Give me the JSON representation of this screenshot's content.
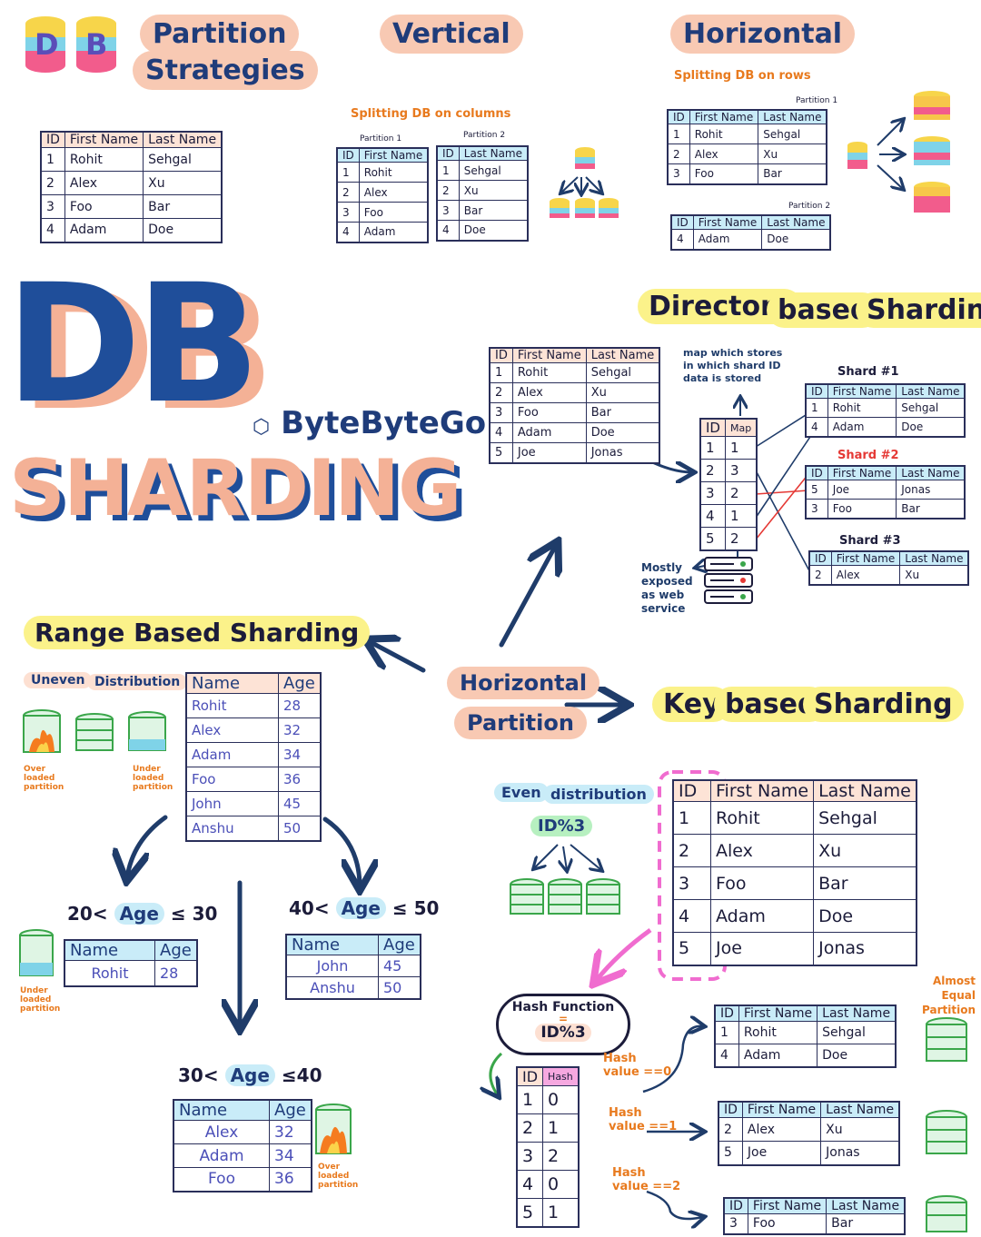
{
  "header": {
    "logo_letters": [
      "D",
      "B"
    ],
    "title_line1": "Partition",
    "title_line2": "Strategies",
    "vertical": "Vertical",
    "horizontal": "Horizontal",
    "vertical_caption": "Splitting DB on columns",
    "horizontal_caption": "Splitting DB on rows"
  },
  "base_table": {
    "headers": [
      "ID",
      "First Name",
      "Last Name"
    ],
    "rows": [
      [
        "1",
        "Rohit",
        "Sehgal"
      ],
      [
        "2",
        "Alex",
        "Xu"
      ],
      [
        "3",
        "Foo",
        "Bar"
      ],
      [
        "4",
        "Adam",
        "Doe"
      ]
    ]
  },
  "vertical": {
    "p1_label": "Partition 1",
    "p2_label": "Partition 2",
    "p1": {
      "headers": [
        "ID",
        "First Name"
      ],
      "rows": [
        [
          "1",
          "Rohit"
        ],
        [
          "2",
          "Alex"
        ],
        [
          "3",
          "Foo"
        ],
        [
          "4",
          "Adam"
        ]
      ]
    },
    "p2": {
      "headers": [
        "ID",
        "Last Name"
      ],
      "rows": [
        [
          "1",
          "Sehgal"
        ],
        [
          "2",
          "Xu"
        ],
        [
          "3",
          "Bar"
        ],
        [
          "4",
          "Doe"
        ]
      ]
    }
  },
  "horizontal": {
    "p1_label": "Partition 1",
    "p2_label": "Partition 2",
    "p1": {
      "headers": [
        "ID",
        "First Name",
        "Last Name"
      ],
      "rows": [
        [
          "1",
          "Rohit",
          "Sehgal"
        ],
        [
          "2",
          "Alex",
          "Xu"
        ],
        [
          "3",
          "Foo",
          "Bar"
        ]
      ]
    },
    "p2": {
      "headers": [
        "ID",
        "First Name",
        "Last Name"
      ],
      "rows": [
        [
          "4",
          "Adam",
          "Doe"
        ]
      ]
    }
  },
  "main_title": {
    "line1": "DB",
    "line2": "SHARDING",
    "brand": "ByteByteGo"
  },
  "center": {
    "line1": "Horizontal",
    "line2": "Partition"
  },
  "directory": {
    "title_word1": "Directory",
    "title_word2": "based",
    "title_word3": "Sharding",
    "note": "map which stores in which shard ID data is stored",
    "exposed_note": "Mostly exposed as web service",
    "table": {
      "headers": [
        "ID",
        "First Name",
        "Last Name"
      ],
      "rows": [
        [
          "1",
          "Rohit",
          "Sehgal"
        ],
        [
          "2",
          "Alex",
          "Xu"
        ],
        [
          "3",
          "Foo",
          "Bar"
        ],
        [
          "4",
          "Adam",
          "Doe"
        ],
        [
          "5",
          "Joe",
          "Jonas"
        ]
      ]
    },
    "map": {
      "headers": [
        "ID",
        "Map"
      ],
      "rows": [
        [
          "1",
          "1"
        ],
        [
          "2",
          "3"
        ],
        [
          "3",
          "2"
        ],
        [
          "4",
          "1"
        ],
        [
          "5",
          "2"
        ]
      ]
    },
    "shard1_label": "Shard #1",
    "shard2_label": "Shard #2",
    "shard3_label": "Shard #3",
    "shard1": {
      "headers": [
        "ID",
        "First Name",
        "Last Name"
      ],
      "rows": [
        [
          "1",
          "Rohit",
          "Sehgal"
        ],
        [
          "4",
          "Adam",
          "Doe"
        ]
      ]
    },
    "shard2": {
      "headers": [
        "ID",
        "First Name",
        "Last Name"
      ],
      "rows": [
        [
          "5",
          "Joe",
          "Jonas"
        ],
        [
          "3",
          "Foo",
          "Bar"
        ]
      ]
    },
    "shard3": {
      "headers": [
        "ID",
        "First Name",
        "Last Name"
      ],
      "rows": [
        [
          "2",
          "Alex",
          "Xu"
        ]
      ]
    }
  },
  "range": {
    "title": "Range Based Sharding",
    "uneven": "Uneven",
    "distribution": "Distribution",
    "overloaded": "Over loaded partition",
    "underloaded": "Under loaded partition",
    "table": {
      "headers": [
        "Name",
        "Age"
      ],
      "rows": [
        [
          "Rohit",
          "28"
        ],
        [
          "Alex",
          "32"
        ],
        [
          "Adam",
          "34"
        ],
        [
          "Foo",
          "36"
        ],
        [
          "John",
          "45"
        ],
        [
          "Anshu",
          "50"
        ]
      ]
    },
    "r1_prefix": "20<",
    "r1_age": "Age",
    "r1_suffix": "≤ 30",
    "r2_prefix": "40<",
    "r2_age": "Age",
    "r2_suffix": "≤ 50",
    "r3_prefix": "30<",
    "r3_age": "Age",
    "r3_suffix": "≤40",
    "t1": {
      "headers": [
        "Name",
        "Age"
      ],
      "rows": [
        [
          "Rohit",
          "28"
        ]
      ]
    },
    "t2": {
      "headers": [
        "Name",
        "Age"
      ],
      "rows": [
        [
          "John",
          "45"
        ],
        [
          "Anshu",
          "50"
        ]
      ]
    },
    "t3": {
      "headers": [
        "Name",
        "Age"
      ],
      "rows": [
        [
          "Alex",
          "32"
        ],
        [
          "Adam",
          "34"
        ],
        [
          "Foo",
          "36"
        ]
      ]
    }
  },
  "key": {
    "title_word1": "Key",
    "title_word2": "based",
    "title_word3": "Sharding",
    "even": "Even",
    "distribution": "distribution",
    "formula": "ID%3",
    "almost_equal": "Almost Equal Partition",
    "hash_function": "Hash Function",
    "equals": "=",
    "hash_formula": "ID%3",
    "table": {
      "headers": [
        "ID",
        "First Name",
        "Last Name"
      ],
      "rows": [
        [
          "1",
          "Rohit",
          "Sehgal"
        ],
        [
          "2",
          "Alex",
          "Xu"
        ],
        [
          "3",
          "Foo",
          "Bar"
        ],
        [
          "4",
          "Adam",
          "Doe"
        ],
        [
          "5",
          "Joe",
          "Jonas"
        ]
      ]
    },
    "hash_table": {
      "headers": [
        "ID",
        "Hash"
      ],
      "rows": [
        [
          "1",
          "0"
        ],
        [
          "2",
          "1"
        ],
        [
          "3",
          "2"
        ],
        [
          "4",
          "0"
        ],
        [
          "5",
          "1"
        ]
      ]
    },
    "hv0": "Hash value ==0",
    "hv1": "Hash value ==1",
    "hv2": "Hash value ==2",
    "s0": {
      "headers": [
        "ID",
        "First Name",
        "Last Name"
      ],
      "rows": [
        [
          "1",
          "Rohit",
          "Sehgal"
        ],
        [
          "4",
          "Adam",
          "Doe"
        ]
      ]
    },
    "s1": {
      "headers": [
        "ID",
        "First Name",
        "Last Name"
      ],
      "rows": [
        [
          "2",
          "Alex",
          "Xu"
        ],
        [
          "5",
          "Joe",
          "Jonas"
        ]
      ]
    },
    "s2": {
      "headers": [
        "ID",
        "First Name",
        "Last Name"
      ],
      "rows": [
        [
          "3",
          "Foo",
          "Bar"
        ]
      ]
    }
  },
  "colors": {
    "navy": "#1f4e9a",
    "peach": "#f4b196",
    "yellow": "#fbf28a",
    "blue_hdr": "#c9ecf8",
    "pink_hdr": "#fde3d6",
    "orange": "#e87a1e",
    "green": "#b7f0c0",
    "magenta": "#f06ccf"
  }
}
